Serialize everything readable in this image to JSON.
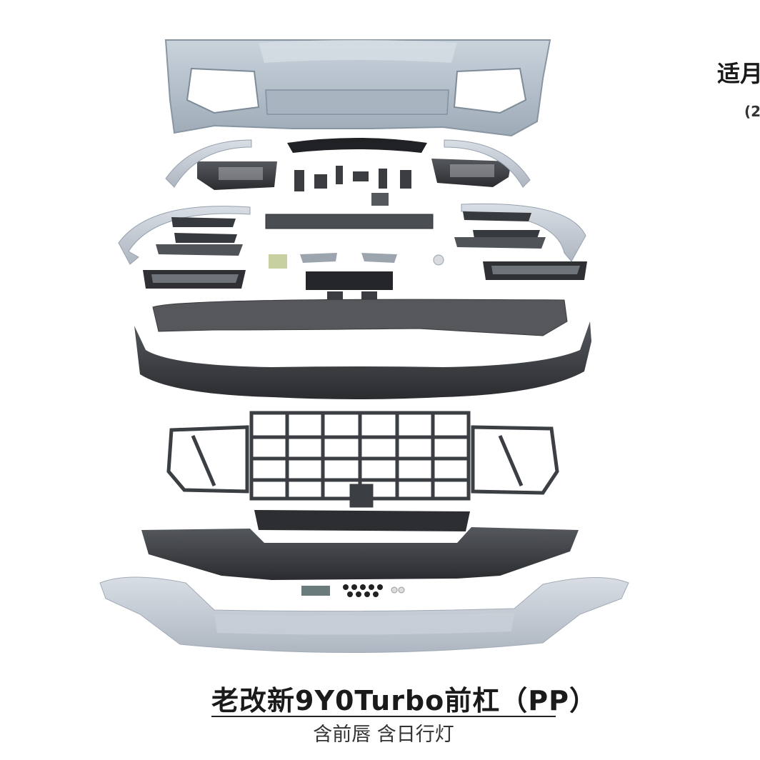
{
  "product": {
    "title": "老改新9Y0Turbo前杠（PP）",
    "subtitle": "含前唇 含日行灯"
  },
  "side_note": {
    "title": "适月",
    "subtitle": "(2"
  },
  "colors": {
    "primer": "#b8c4ce",
    "primer_light": "#d3dae2",
    "lower_lip": "#bfc6d0",
    "carbon_black": "#2b2d30",
    "dark_grey": "#45484c",
    "mid_grey": "#6a6d72",
    "chrome": "#aab2bc"
  }
}
